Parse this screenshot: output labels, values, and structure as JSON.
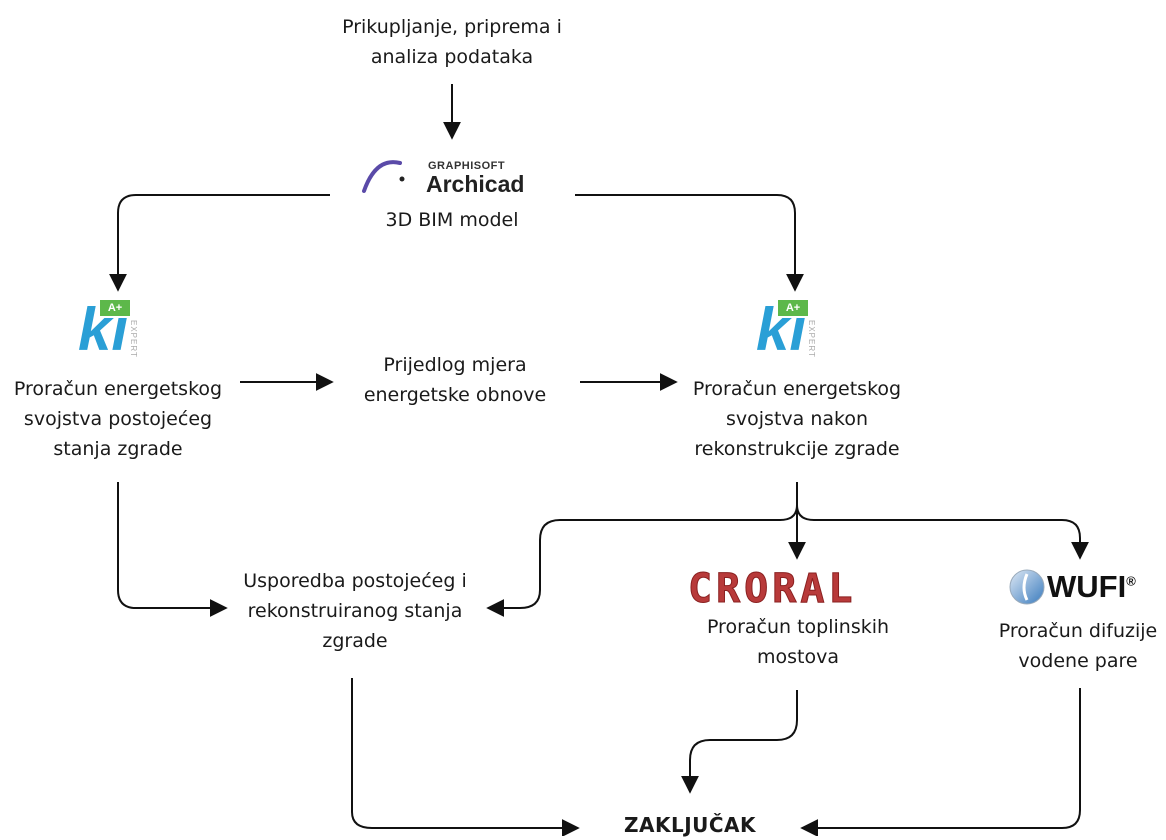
{
  "nodes": {
    "data_collection": [
      "Prikupljanje, priprema i",
      "analiza podataka"
    ],
    "bim_model": [
      "3D BIM model"
    ],
    "energy_existing": [
      "Proračun energetskog",
      "svojstva postojećeg",
      "stanja zgrade"
    ],
    "renovation_measures": [
      "Prijedlog mjera",
      "energetske obnove"
    ],
    "energy_after": [
      "Proračun energetskog",
      "svojstva nakon",
      "rekonstrukcije zgrade"
    ],
    "comparison": [
      "Usporedba postojećeg i",
      "rekonstruiranog stanja",
      "zgrade"
    ],
    "thermal_bridges": [
      "Proračun toplinskih",
      "mostova"
    ],
    "vapour_diffusion": [
      "Proračun difuzije",
      "vodene pare"
    ],
    "conclusion": [
      "ZAKLJUČAK"
    ]
  },
  "logos": {
    "archicad": {
      "brand": "GRAPHISOFT",
      "product": "Archicad",
      "icon": "archicad-arc-icon"
    },
    "ki_expert_left": {
      "letters": "ki",
      "badge": "A+",
      "sub": "EXPERT",
      "icon": "ki-expert-logo"
    },
    "ki_expert_right": {
      "letters": "ki",
      "badge": "A+",
      "sub": "EXPERT",
      "icon": "ki-expert-logo"
    },
    "croral": {
      "text": "CRORAL",
      "icon": "croral-logo"
    },
    "wufi": {
      "text": "WUFI",
      "mark": "®",
      "icon": "wufi-logo"
    }
  },
  "colors": {
    "arrow": "#111111",
    "archicad_arc": "#5a4aa8",
    "ki_blue": "#2a9fd6",
    "ki_green": "#5db84a",
    "croral_red": "#b83a3a",
    "wufi_blue": "#3a7bbd"
  }
}
